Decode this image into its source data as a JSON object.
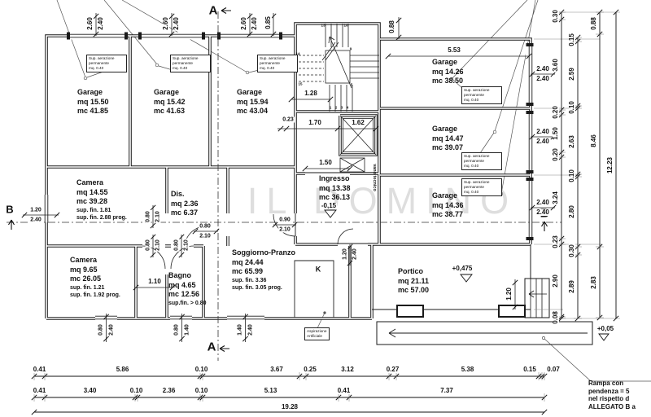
{
  "watermark": "IL DOMINO",
  "sections": {
    "a": "A",
    "b": "B"
  },
  "rooms": {
    "garage_l1": {
      "name": "Garage",
      "l1": "mq 15.50",
      "l2": "mc 41.85"
    },
    "garage_l2": {
      "name": "Garage",
      "l1": "mq 15.42",
      "l2": "mc 41.63"
    },
    "garage_l3": {
      "name": "Garage",
      "l1": "mq 15.94",
      "l2": "mc 43.04"
    },
    "garage_r1": {
      "name": "Garage",
      "l1": "mq 14.26",
      "l2": "mc 38.50"
    },
    "garage_r2": {
      "name": "Garage",
      "l1": "mq 14.47",
      "l2": "mc 39.07"
    },
    "garage_r3": {
      "name": "Garage",
      "l1": "mq 14.36",
      "l2": "mc 38.77"
    },
    "camera1": {
      "name": "Camera",
      "l1": "mq 14.55",
      "l2": "mc 39.28",
      "l3": "sup. fin. 1.81",
      "l4": "sup. fin. 2.88 prog."
    },
    "camera2": {
      "name": "Camera",
      "l1": "mq 9.65",
      "l2": "mc 26.05",
      "l3": "sup. fin. 1.21",
      "l4": "sup. fin. 1.92 prog."
    },
    "dis": {
      "name": "Dis.",
      "l1": "mq 2.36",
      "l2": "mc 6.37"
    },
    "bagno": {
      "name": "Bagno",
      "l1": "mq 4.65",
      "l2": "mc 12.56",
      "l3": "sup.fin. > 0.80"
    },
    "soggiorno": {
      "name": "Soggiorno-Pranzo",
      "l1": "mq 24.44",
      "l2": "mc 65.99",
      "l3": "sup. fin. 3.36",
      "l4": "sup. fin. 3.05 prog."
    },
    "ingresso": {
      "name": "Ingresso",
      "l1": "mq 13.38",
      "l2": "mc 36.13",
      "level": "-0,15"
    },
    "portico": {
      "name": "Portico",
      "l1": "mq 21.11",
      "l2": "mc 57.00",
      "level": "+0,475"
    },
    "kitchen_label": "K",
    "vano_tecnico": "vano tecnico"
  },
  "notes": {
    "aeration": [
      "Sup.  aerazione",
      "permanente",
      "mq.  0.40"
    ],
    "aspirazione": [
      "Aspirazione",
      "Artificiale"
    ],
    "ramp": [
      "Rampa con",
      "pendenza = 5",
      "nel rispetto d",
      "ALLEGATO B a"
    ],
    "ramp_level": "+0,05"
  },
  "stairs": {
    "numbers": [
      "1",
      "2",
      "3",
      "4",
      "5",
      "9",
      "10",
      "13",
      "14",
      "15"
    ]
  },
  "dims": {
    "bottom_row1": [
      "0.41",
      "5.86",
      "0.10",
      "3.67",
      "0.25",
      "3.12",
      "0.27",
      "5.38",
      "0.15",
      "0.07"
    ],
    "bottom_row2": [
      "0.41",
      "3.40",
      "0.10",
      "2.36",
      "0.10",
      "5.13",
      "0.41",
      "7.37"
    ],
    "bottom_total": "19.28",
    "chain_a": [
      "0.30",
      "3.60",
      "0.20",
      "1.50",
      "0.20",
      "3.24",
      "0.23",
      "2.90",
      "0.08"
    ],
    "chain_b": [
      "0.15",
      "2.59",
      "0.10",
      "2.63",
      "0.10",
      "2.80",
      "0.30",
      "2.89"
    ],
    "chain_c": [
      "0.88",
      "8.46",
      "2.83"
    ],
    "chain_total": "12.23",
    "top_pairs": [
      [
        "2.60",
        "2.40"
      ],
      [
        "2.60",
        "2.40"
      ],
      [
        "2.60",
        "2.40"
      ]
    ],
    "top_085": "0.85",
    "tower_088": "0.88",
    "stair_128": "1.28",
    "wall_023": "0.23",
    "hall_170": "1.70",
    "elev_162": "1.62",
    "ingr_door_150": "1.50",
    "gar_r1_553": "5.53",
    "bagno_110": "1.10",
    "portico_stair_120": "1.20",
    "win_left": [
      "1.20",
      "2.40"
    ],
    "win_b1": [
      "0.80",
      "2.40"
    ],
    "win_b2": [
      "0.80",
      "1.40"
    ],
    "win_b3": [
      "1.40",
      "2.40"
    ],
    "door_d1": [
      "0.80",
      "2.10"
    ],
    "door_d2": [
      "0.80",
      "2.10"
    ],
    "door_d3": [
      "0.80",
      "2.10"
    ],
    "door_d4": [
      "0.80",
      "2.10"
    ],
    "door_d5": [
      "0.90",
      "2.10"
    ],
    "door_d6": [
      "1.20",
      "2.40"
    ],
    "gar_r_doors": [
      [
        "2.40",
        "2.40"
      ],
      [
        "2.40",
        "2.40"
      ],
      [
        "2.40",
        "2.40"
      ]
    ]
  }
}
